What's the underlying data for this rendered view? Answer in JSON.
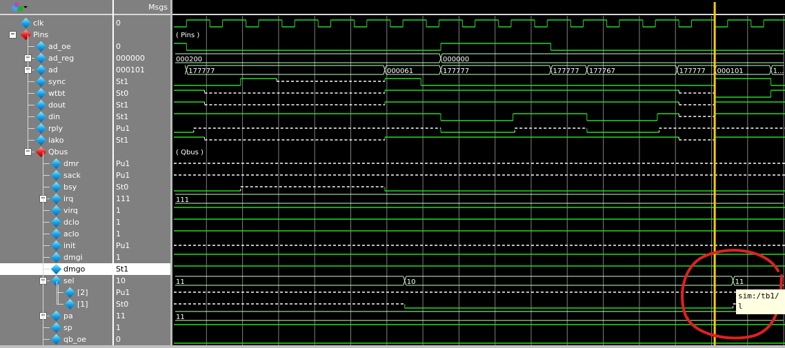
{
  "header": {
    "msgs_label": "Msgs",
    "logo_icon": "wave-window-icon"
  },
  "colors": {
    "wave": "#22dd22",
    "bus": "#c8ffc8",
    "grid": "#808080",
    "cursor": "#ffcc00",
    "annotation": "#e02020"
  },
  "signals": [
    {
      "name": "clk",
      "value": "0",
      "depth": 0,
      "kind": "signal",
      "expander": null
    },
    {
      "name": "Pins",
      "value": "",
      "depth": 0,
      "kind": "group",
      "expander": "minus"
    },
    {
      "name": "ad_oe",
      "value": "0",
      "depth": 1,
      "kind": "signal",
      "expander": null
    },
    {
      "name": "ad_reg",
      "value": "000000",
      "depth": 1,
      "kind": "signal",
      "expander": "plus"
    },
    {
      "name": "ad",
      "value": "000101",
      "depth": 1,
      "kind": "signal",
      "expander": "plus"
    },
    {
      "name": "sync",
      "value": "St1",
      "depth": 1,
      "kind": "signal",
      "expander": null
    },
    {
      "name": "wtbt",
      "value": "St0",
      "depth": 1,
      "kind": "signal",
      "expander": null
    },
    {
      "name": "dout",
      "value": "St1",
      "depth": 1,
      "kind": "signal",
      "expander": null
    },
    {
      "name": "din",
      "value": "St1",
      "depth": 1,
      "kind": "signal",
      "expander": null
    },
    {
      "name": "rply",
      "value": "Pu1",
      "depth": 1,
      "kind": "signal",
      "expander": null
    },
    {
      "name": "iako",
      "value": "St1",
      "depth": 1,
      "kind": "signal",
      "expander": null
    },
    {
      "name": "Qbus",
      "value": "",
      "depth": 1,
      "kind": "group",
      "expander": "minus"
    },
    {
      "name": "dmr",
      "value": "Pu1",
      "depth": 2,
      "kind": "signal",
      "expander": null
    },
    {
      "name": "sack",
      "value": "Pu1",
      "depth": 2,
      "kind": "signal",
      "expander": null
    },
    {
      "name": "bsy",
      "value": "St0",
      "depth": 2,
      "kind": "signal",
      "expander": null
    },
    {
      "name": "irq",
      "value": "111",
      "depth": 2,
      "kind": "signal",
      "expander": "plus"
    },
    {
      "name": "virq",
      "value": "1",
      "depth": 2,
      "kind": "signal",
      "expander": null
    },
    {
      "name": "dclo",
      "value": "1",
      "depth": 2,
      "kind": "signal",
      "expander": null
    },
    {
      "name": "aclo",
      "value": "1",
      "depth": 2,
      "kind": "signal",
      "expander": null
    },
    {
      "name": "init",
      "value": "Pu1",
      "depth": 2,
      "kind": "signal",
      "expander": null
    },
    {
      "name": "dmgi",
      "value": "1",
      "depth": 2,
      "kind": "signal",
      "expander": null
    },
    {
      "name": "dmgo",
      "value": "St1",
      "depth": 2,
      "kind": "signal",
      "expander": null,
      "selected": true
    },
    {
      "name": "sel",
      "value": "10",
      "depth": 2,
      "kind": "signal",
      "expander": "minus"
    },
    {
      "name": "[2]",
      "value": "Pu1",
      "depth": 3,
      "kind": "signal",
      "expander": null
    },
    {
      "name": "[1]",
      "value": "St0",
      "depth": 3,
      "kind": "signal",
      "expander": null
    },
    {
      "name": "pa",
      "value": "11",
      "depth": 2,
      "kind": "signal",
      "expander": "plus"
    },
    {
      "name": "sp",
      "value": "1",
      "depth": 2,
      "kind": "signal",
      "expander": null
    },
    {
      "name": "qb_oe",
      "value": "0",
      "depth": 2,
      "kind": "signal",
      "expander": null
    }
  ],
  "waves": {
    "clk_period": 1,
    "group_labels": {
      "Pins": "( Pins )",
      "Qbus": "( Qbus )"
    },
    "ad_oe": [
      [
        0,
        1
      ],
      [
        0.35,
        0
      ],
      [
        7.4,
        1
      ],
      [
        10.45,
        0
      ]
    ],
    "ad_reg_segments": [
      {
        "from": 0,
        "label": "000200"
      },
      {
        "from": 7.4,
        "label": "000000"
      }
    ],
    "ad_segments": [
      {
        "from": 0.35,
        "label": "177777"
      },
      {
        "from": 5.85,
        "label": "000061"
      },
      {
        "from": 7.4,
        "label": "177777"
      },
      {
        "from": 10.45,
        "label": "177777"
      },
      {
        "from": 11.45,
        "label": "177767"
      },
      {
        "from": 13.95,
        "label": "177777"
      },
      {
        "from": 15.0,
        "label": "000101"
      },
      {
        "from": 16.55,
        "label": "1..."
      }
    ],
    "sel_segments": [
      {
        "from": 0,
        "label": "11"
      },
      {
        "from": 6.4,
        "label": "10"
      },
      {
        "from": 15.5,
        "label": "11"
      }
    ],
    "irq_label": "111",
    "pa_label": "11",
    "cursor_time": 15.05
  },
  "tooltip": {
    "line1": "sim:/tb1/",
    "line2": "l"
  }
}
